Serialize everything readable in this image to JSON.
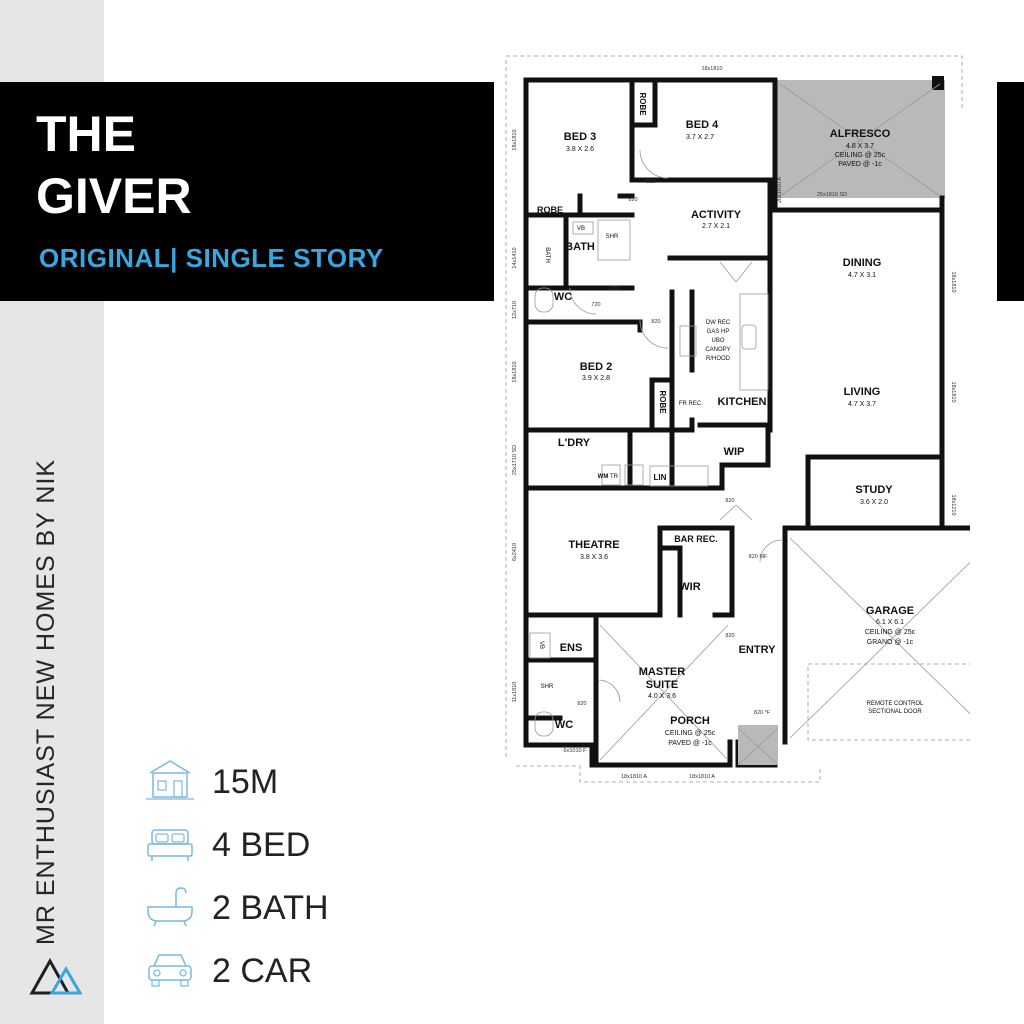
{
  "brand": {
    "vertical_text": "MR ENTHUSIAST NEW HOMES BY NIK",
    "logo_icon": "triangle-logo-icon"
  },
  "title": {
    "line1": "THE",
    "line2": "GIVER",
    "subtitle": "ORIGINAL| SINGLE STORY"
  },
  "colors": {
    "accent": "#3aa6df",
    "band": "#000000",
    "sidebar": "#e6e6e7",
    "alfresco": "#b7b9bb"
  },
  "specs": [
    {
      "icon": "house-frontage-icon",
      "label": "15M"
    },
    {
      "icon": "bed-icon",
      "label": "4 BED"
    },
    {
      "icon": "bathtub-icon",
      "label": "2 BATH"
    },
    {
      "icon": "car-icon",
      "label": "2 CAR"
    }
  ],
  "floorplan": {
    "rooms": {
      "bed3": {
        "name": "BED 3",
        "size": "3.8 X 2.6"
      },
      "bed4": {
        "name": "BED 4",
        "size": "3.7 X 2.7"
      },
      "alfresco": {
        "name": "ALFRESCO",
        "size": "4.8 X 3.7",
        "note1": "CEILING @ 25c",
        "note2": "PAVED @ -1c"
      },
      "robe1": {
        "name": "ROBE"
      },
      "robe2": {
        "name": "ROBE"
      },
      "robe3": {
        "name": "ROBE"
      },
      "activity": {
        "name": "ACTIVITY",
        "size": "2.7 X 2.1"
      },
      "bath": {
        "name": "BATH"
      },
      "shr": {
        "name": "SHR"
      },
      "vb": {
        "name": "VB"
      },
      "bath_label": {
        "name": "BATH"
      },
      "dining": {
        "name": "DINING",
        "size": "4.7 X 3.1"
      },
      "wc1": {
        "name": "WC"
      },
      "bed2": {
        "name": "BED 2",
        "size": "3.9 X 2.8"
      },
      "appliances": {
        "line1": "DW REC",
        "line2": "GAS HP",
        "line3": "UBO",
        "line4": "CANOPY",
        "line5": "R/HOOD"
      },
      "fridge": {
        "name": "FR REC"
      },
      "kitchen": {
        "name": "KITCHEN"
      },
      "living": {
        "name": "LIVING",
        "size": "4.7 X 3.7"
      },
      "laundry": {
        "name": "L'DRY"
      },
      "wm": {
        "name": "WM"
      },
      "tr": {
        "name": "TR"
      },
      "lin": {
        "name": "LIN"
      },
      "wip": {
        "name": "WIP"
      },
      "study": {
        "name": "STUDY",
        "size": "3.6 X 2.0"
      },
      "theatre": {
        "name": "THEATRE",
        "size": "3.8 X 3.6"
      },
      "bar": {
        "name": "BAR REC."
      },
      "wir": {
        "name": "WIR"
      },
      "garage": {
        "name": "GARAGE",
        "size": "6.1 X 6.1",
        "note1": "CEILING @ 25c",
        "note2": "GRANO @ -1c"
      },
      "ens": {
        "name": "ENS"
      },
      "shr2": {
        "name": "SHR"
      },
      "vb2": {
        "name": "VB"
      },
      "master": {
        "line1": "MASTER",
        "line2": "SUITE",
        "size": "4.0 X 3.6"
      },
      "entry": {
        "name": "ENTRY"
      },
      "wc2": {
        "name": "WC"
      },
      "porch": {
        "name": "PORCH",
        "note1": "CEILING @ 25c",
        "note2": "PAVED @ -1c"
      },
      "door": {
        "line1": "REMOTE CONTROL",
        "line2": "SECTIONAL DOOR"
      }
    },
    "dims": {
      "top": "18x1810",
      "left1": "18x1810",
      "left2": "14x1410",
      "left3": "12x710",
      "left4": "18x1810",
      "left5": "25x1710 SD",
      "left6": "6x2410",
      "left7": "11x1810",
      "bottom1": "18x1810 A",
      "bottom2": "18x1810 A",
      "bottom3": "6x1010 F",
      "right1": "18x1810",
      "right2": "18x1810",
      "right3": "18x1210",
      "alf_door": "25x1810 SD",
      "alf_side": "20x1810 A",
      "d820a": "820",
      "d820b": "820",
      "d820c": "820",
      "d720a": "720",
      "d720b": "720",
      "d820d": "820",
      "d820e": "820",
      "d820f": "820 MF",
      "d820g": "820",
      "d820h": "820 *F"
    }
  }
}
